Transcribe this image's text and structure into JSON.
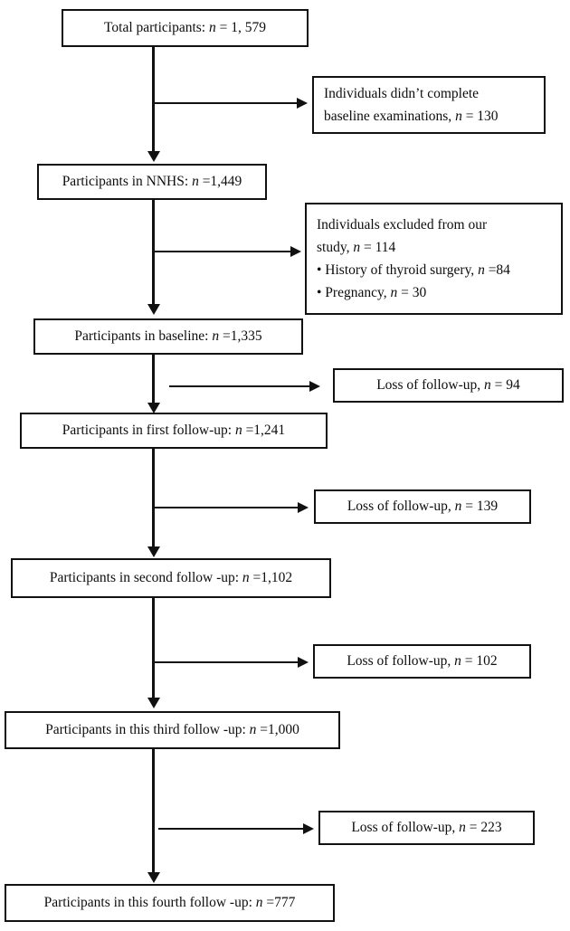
{
  "diagram": {
    "title": "Study participant flow diagram",
    "type": "flowchart",
    "stroke_color": "#111111",
    "background_color": "#ffffff"
  },
  "nodes": {
    "total_participants": {
      "line1_pre": "Total participants: ",
      "line1_ital": "n",
      "line1_post": " = 1, 579"
    },
    "excluded_baseline": {
      "line1": "Individuals didn’t complete",
      "line2_pre": "baseline examinations, ",
      "line2_ital": "n",
      "line2_post": " = 130"
    },
    "nnhs": {
      "line1_pre": "Participants in NNHS: ",
      "line1_ital": "n",
      "line1_post": " =1,449"
    },
    "excluded_study": {
      "line1": "Individuals excluded from our",
      "line2_pre": "study, ",
      "line2_ital": "n",
      "line2_post": " = 114",
      "bullet1_pre": "• History of thyroid surgery, ",
      "bullet1_ital": "n",
      "bullet1_post": " =84",
      "bullet2_pre": "• Pregnancy, ",
      "bullet2_ital": "n",
      "bullet2_post": " = 30"
    },
    "baseline": {
      "line1_pre": "Participants in baseline: ",
      "line1_ital": "n",
      "line1_post": " =1,335"
    },
    "loss_1": {
      "line1_pre": "Loss of follow-up, ",
      "line1_ital": "n",
      "line1_post": " = 94"
    },
    "first_followup": {
      "line1_pre": "Participants in first follow-up: ",
      "line1_ital": "n",
      "line1_post": " =1,241"
    },
    "loss_2": {
      "line1_pre": "Loss of follow-up, ",
      "line1_ital": "n",
      "line1_post": " = 139"
    },
    "second_followup": {
      "line1_pre": "Participants in second follow -up: ",
      "line1_ital": "n",
      "line1_post": " =1,102"
    },
    "loss_3": {
      "line1_pre": "Loss of follow-up, ",
      "line1_ital": "n",
      "line1_post": " = 102"
    },
    "third_followup": {
      "line1_pre": "Participants in this third follow -up: ",
      "line1_ital": "n",
      "line1_post": " =1,000"
    },
    "loss_4": {
      "line1_pre": "Loss of follow-up, ",
      "line1_ital": "n",
      "line1_post": " = 223"
    },
    "fourth_followup": {
      "line1_pre": "Participants in this fourth follow -up: ",
      "line1_ital": "n",
      "line1_post": " =777"
    }
  },
  "chart_data": {
    "type": "flow",
    "title": "Participant flow through NNHS follow-up waves",
    "main_path": [
      {
        "label": "Total participants",
        "n": 1579
      },
      {
        "label": "Participants in NNHS",
        "n": 1449
      },
      {
        "label": "Participants in baseline",
        "n": 1335
      },
      {
        "label": "Participants in first follow-up",
        "n": 1241
      },
      {
        "label": "Participants in second follow -up",
        "n": 1102
      },
      {
        "label": "Participants in this third follow -up",
        "n": 1000
      },
      {
        "label": "Participants in this fourth follow -up",
        "n": 777
      }
    ],
    "exclusions": [
      {
        "label": "Individuals didn’t complete baseline examinations",
        "n": 130
      },
      {
        "label": "Individuals excluded from our study",
        "n": 114,
        "sub": [
          {
            "label": "History of thyroid surgery",
            "n": 84
          },
          {
            "label": "Pregnancy",
            "n": 30
          }
        ]
      },
      {
        "label": "Loss of follow-up",
        "n": 94
      },
      {
        "label": "Loss of follow-up",
        "n": 139
      },
      {
        "label": "Loss of follow-up",
        "n": 102
      },
      {
        "label": "Loss of follow-up",
        "n": 223
      }
    ]
  }
}
